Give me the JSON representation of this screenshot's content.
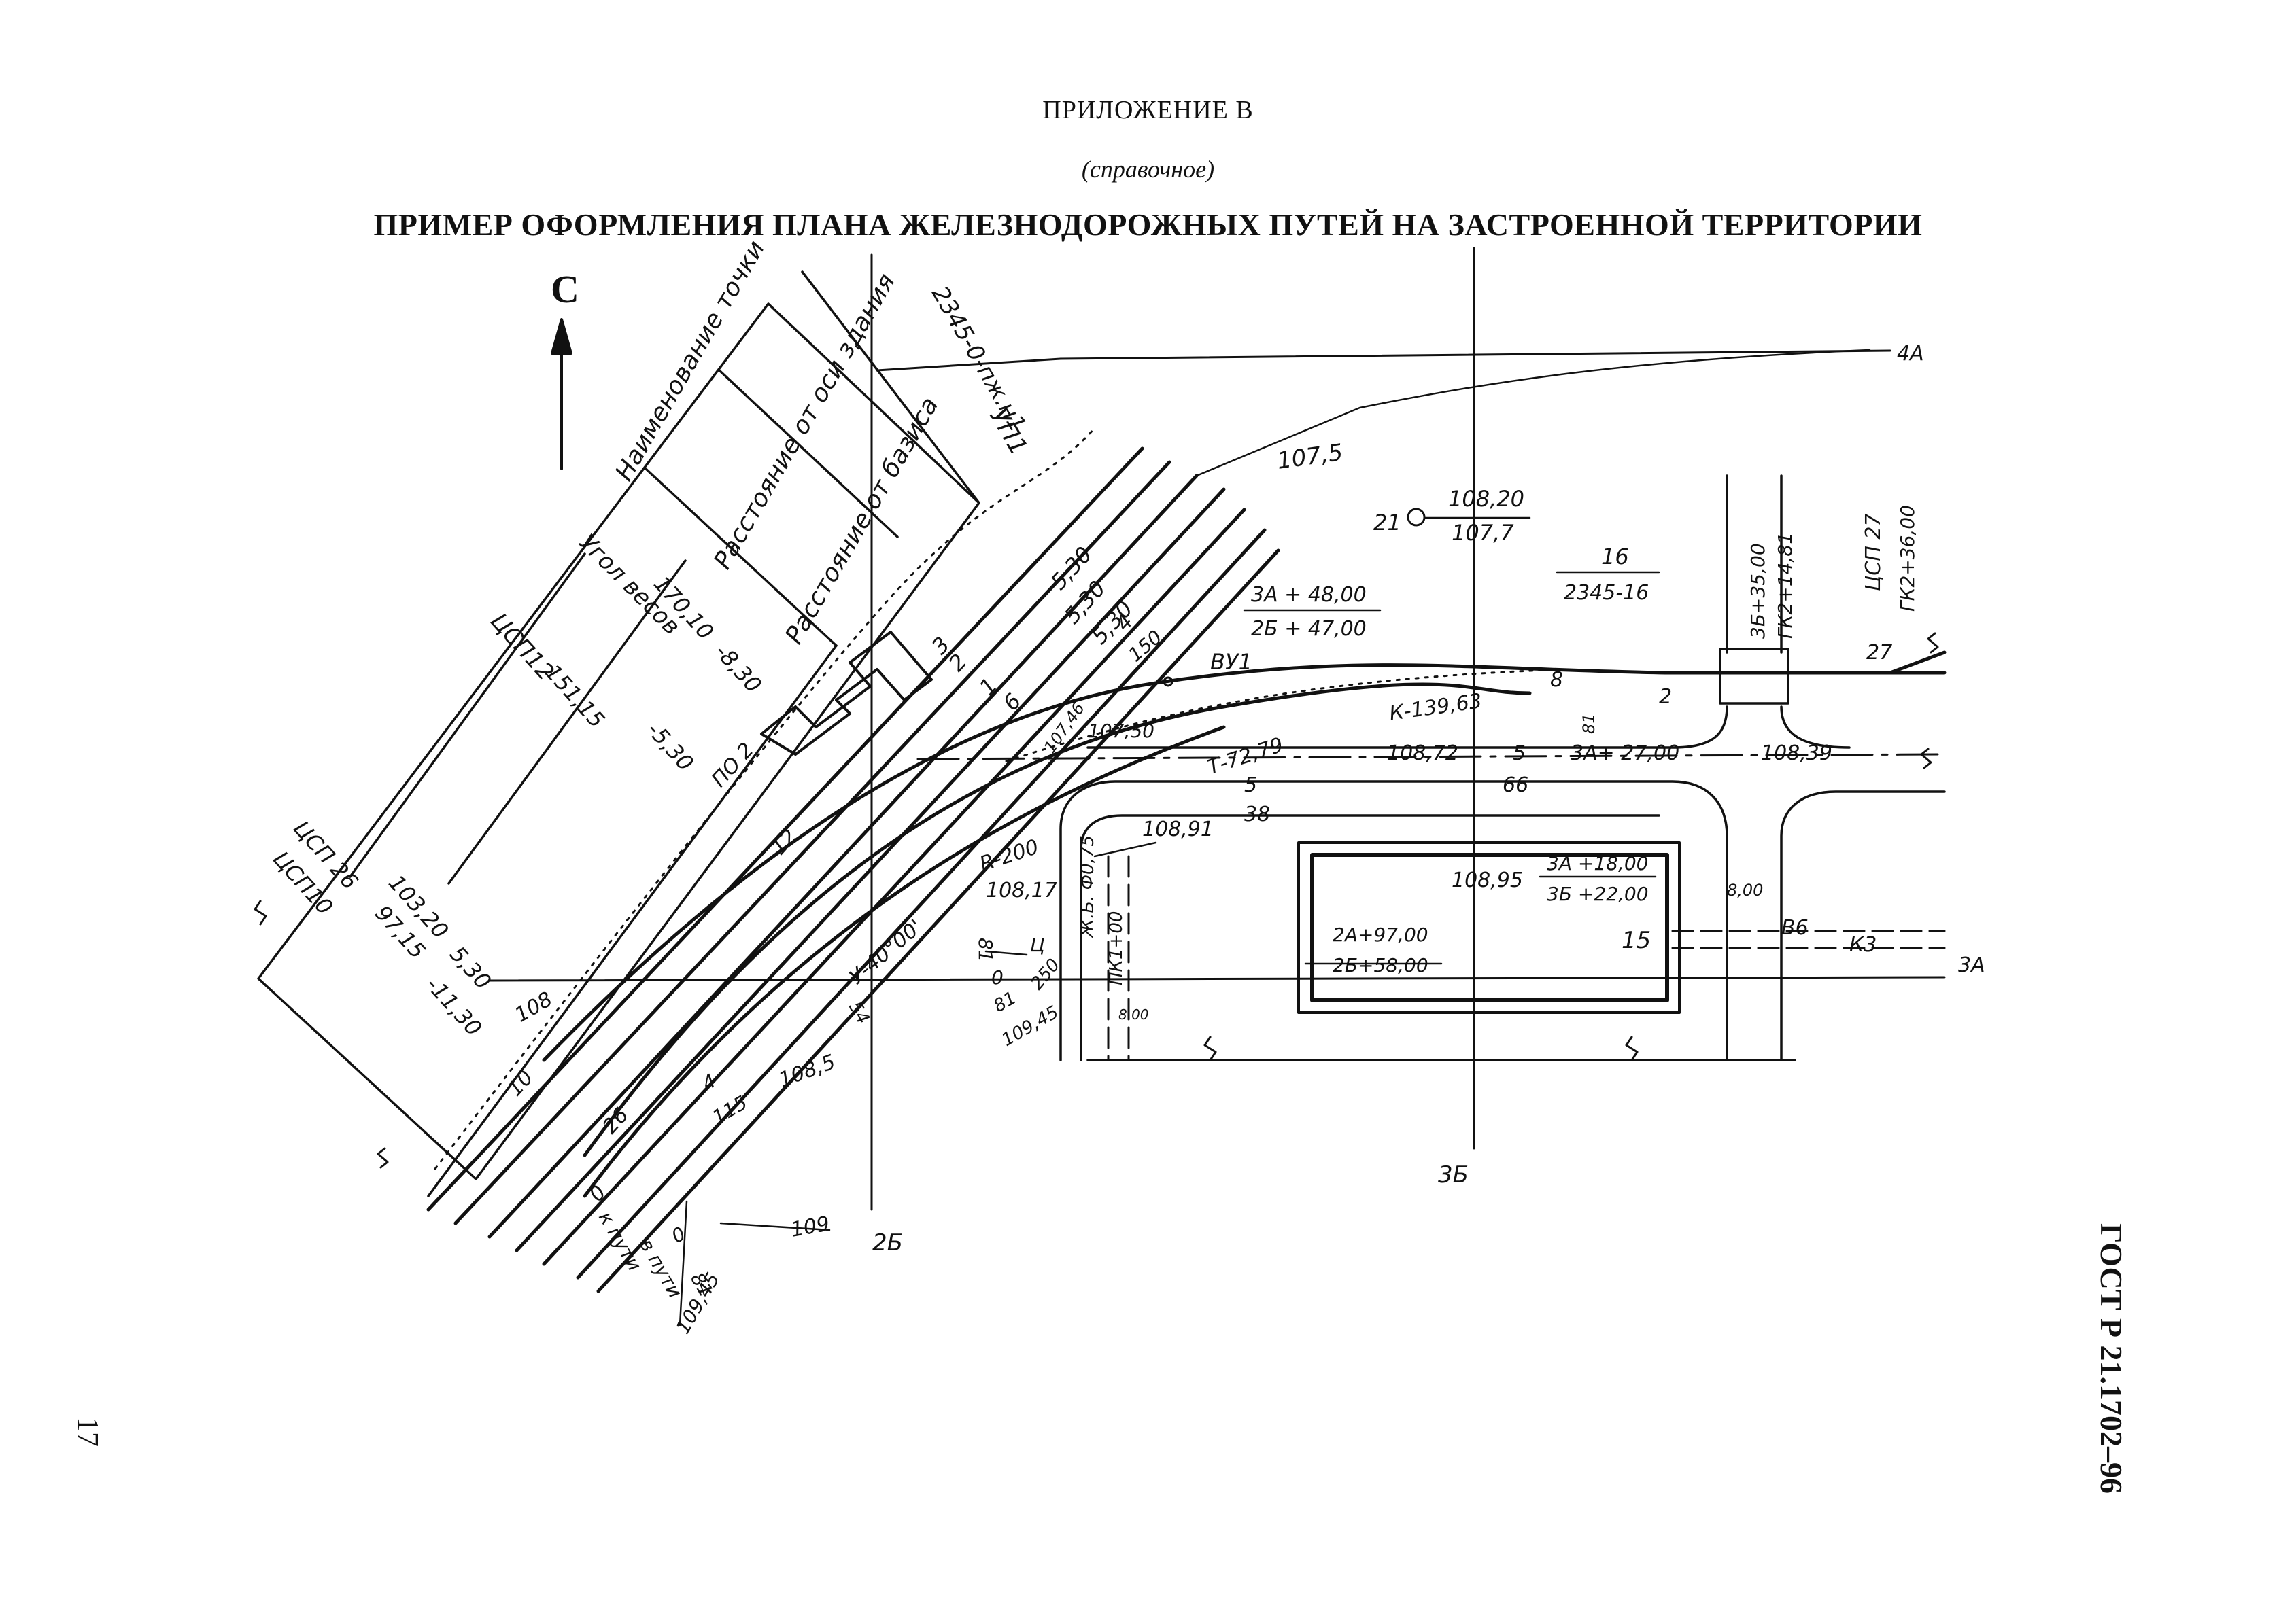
{
  "header": {
    "appendix": "ПРИЛОЖЕНИЕ В",
    "appendix_note": "(справочное)",
    "title": "ПРИМЕР ОФОРМЛЕНИЯ ПЛАНА ЖЕЛЕЗНОДОРОЖНЫХ ПУТЕЙ НА ЗАСТРОЕННОЙ ТЕРРИТОРИИ"
  },
  "north_label": "С",
  "table": {
    "col_point_name": "Наименование точки",
    "col_dist_building": "Расстояние от оси здания",
    "col_dist_base": "Расстояние от базиса",
    "col_angle": "Угол весов",
    "row1_name": "ЦСП12",
    "row1_angle": "151,15",
    "row1_dist_building": "170,10",
    "row1_dist_base": "-8,30",
    "row1_dist_base_2": "-5,30",
    "row2_name_a": "ЦСП 26",
    "row2_name_b": "ЦСП10",
    "row2_angle_a": "103,20",
    "row2_angle_b": "97,15",
    "row2_dist_a": "5,30",
    "row2_dist_b": "-11,30"
  },
  "labels": {
    "up1": "УП1",
    "up1_code": "2345-0-пж.н1",
    "axis_4a": "4А",
    "axis_3a": "3А",
    "axis_3b": "3Б",
    "axis_2b": "2Б",
    "elev_1075": "107,5",
    "pt21": "21",
    "pt21_top": "108,20",
    "pt21_bot": "107,7",
    "b16_top": "16",
    "b16_bot": "2345-16",
    "coord_3b35": "3Б+35,00",
    "coord_k2148": "ГК2+14,81",
    "csp27": "ЦСП 27",
    "csp27_coord": "ГК2+36,00",
    "coord_3a48": "3А + 48,00",
    "coord_2b47": "2Б + 47,00",
    "vu1": "ВУ1",
    "n150": "150",
    "n27": "27",
    "n8": "8",
    "n2": "2",
    "n81": "81",
    "k139": "К-139,63",
    "t72": "Т-72,79",
    "elev_10750": "107,50",
    "elev_10746": "107,46",
    "n5": "5",
    "n38": "38",
    "elev_10872": "108,72",
    "n5b": "5",
    "n66": "66",
    "coord_3a27": "3А+ 27,00",
    "elev_10839": "108,39",
    "elev_10891": "108,91",
    "r200": "R-200",
    "elev_10817": "108,17",
    "pipe": "Ж.Б. Ф0,75",
    "pk": "ПК1+00",
    "angle40": "У-40°00'",
    "n81b": "81",
    "ts": "Ц",
    "n0": "0",
    "n250": "250",
    "n81c": "81",
    "elev_10945": "109,45",
    "n54": "54",
    "w800": "8.00",
    "w800b": "8,00",
    "elev_10895": "108,95",
    "coord_3a18": "3А +18,00",
    "coord_3b22": "3Б +22,00",
    "coord_2a97": "2А+97,00",
    "coord_2b58": "2Б+58,00",
    "b15": "15",
    "v6": "В6",
    "k3": "К3",
    "n5_30a": "5,30",
    "n5_30b": "5,30",
    "n5_30c": "5,30",
    "n3": "3",
    "n2t": "2",
    "n1": "1",
    "n6": "6",
    "n4": "4",
    "n12": "12",
    "po2": "ПО 2",
    "n108": "108",
    "n10": "10",
    "n26": "26",
    "n0b": "0",
    "n4b": "4",
    "n115": "115",
    "elev_1085": "108,5",
    "n109": "109",
    "n0c": "0",
    "n81d": "81",
    "elev_10945b": "109,45",
    "vputi": "в пути",
    "vkoputi": "к пути"
  },
  "side": {
    "gost": "ГОСТ Р 21.1702–96",
    "page_number": "17"
  }
}
